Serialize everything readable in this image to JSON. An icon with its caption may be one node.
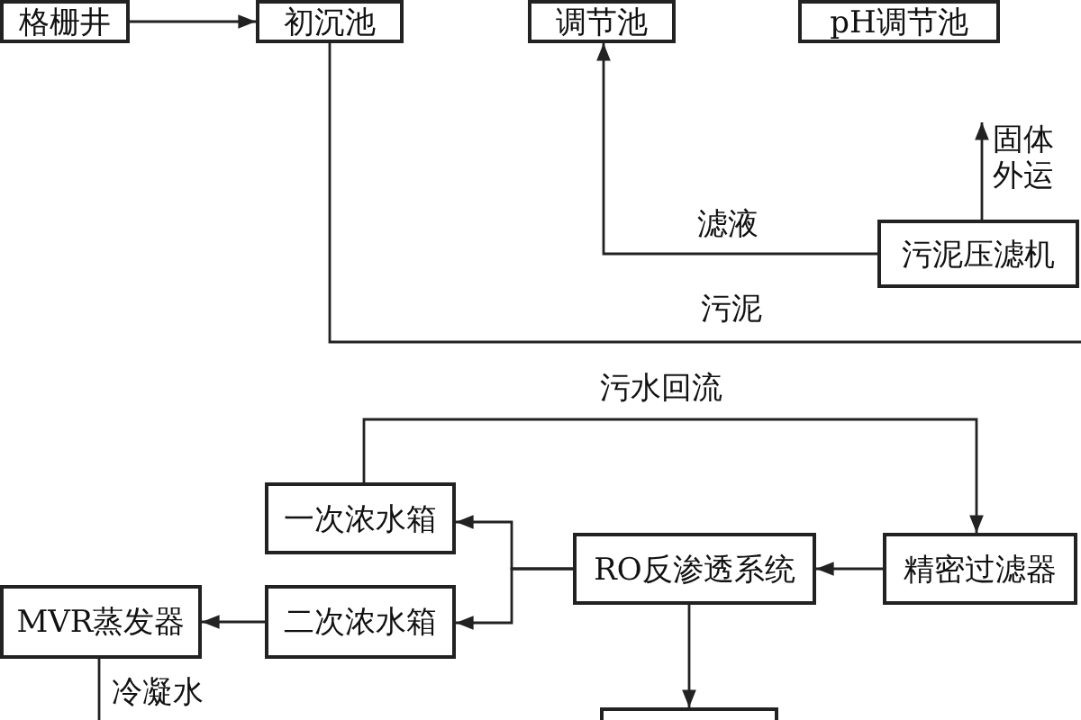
{
  "diagram": {
    "nodes": [
      {
        "text": [
          "格栅井"
        ]
      },
      {
        "text": [
          "初沉池"
        ]
      },
      {
        "text": [
          "调节池"
        ]
      },
      {
        "text": [
          "pH调节池"
        ]
      },
      {
        "text": [
          "污泥压滤机"
        ]
      },
      {
        "text": [
          "一次浓水箱"
        ]
      },
      {
        "text": [
          "二次浓水箱"
        ]
      },
      {
        "text": [
          "MVR蒸发器"
        ]
      },
      {
        "text": [
          "RO反渗透系统"
        ]
      },
      {
        "text": [
          "精密过滤器"
        ]
      },
      {
        "text": [],
        "shape": "box"
      }
    ],
    "edges": [
      {
        "from": 0,
        "to": 1,
        "arrow": "to"
      },
      {
        "from": 1,
        "to": null,
        "arrow": "none",
        "label": "污泥"
      },
      {
        "from": 4,
        "to": 2,
        "arrow": "to",
        "label": "滤液"
      },
      {
        "from": 4,
        "to": null,
        "arrow": "to",
        "label": "固体外运"
      },
      {
        "from": 5,
        "to": 9,
        "arrow": "to",
        "label": "污水回流"
      },
      {
        "from": 9,
        "to": 8,
        "arrow": "to"
      },
      {
        "from": 8,
        "to": 5,
        "arrow": "to"
      },
      {
        "from": 8,
        "to": 6,
        "arrow": "to"
      },
      {
        "from": 8,
        "to": 10,
        "arrow": "to"
      },
      {
        "from": 6,
        "to": 7,
        "arrow": "to"
      },
      {
        "from": 7,
        "to": null,
        "arrow": "none",
        "label": "冷凝水"
      }
    ]
  }
}
